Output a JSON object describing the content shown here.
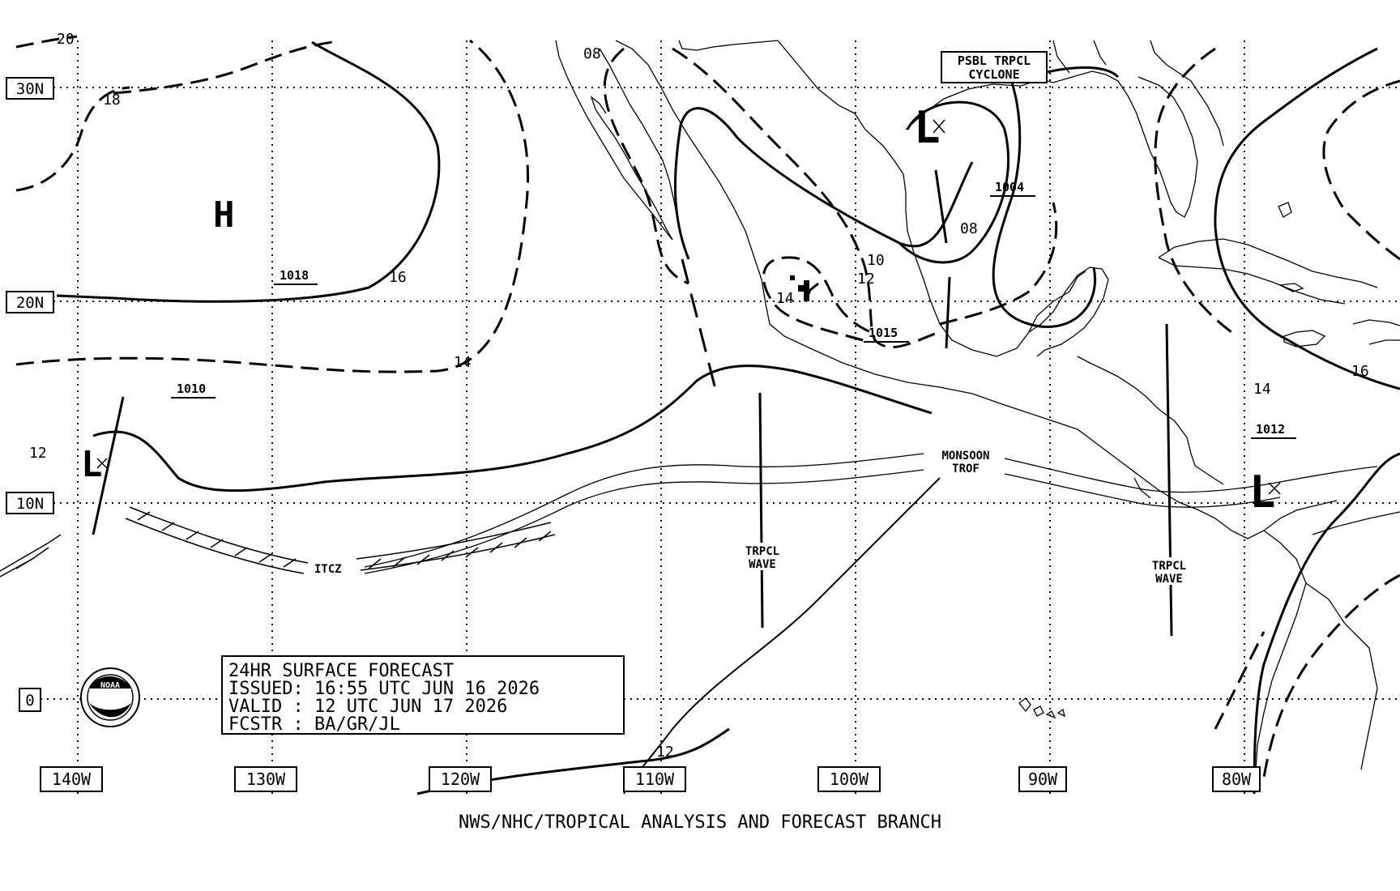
{
  "chart": {
    "info_box": {
      "line1": "24HR SURFACE FORECAST",
      "line2": "ISSUED: 16:55 UTC JUN 16 2026",
      "line3": "VALID : 12 UTC JUN 17 2026",
      "line4": "FCSTR : BA/GR/JL"
    },
    "footer": "NWS/NHC/TROPICAL ANALYSIS AND FORECAST BRANCH",
    "logo_text": "NOAA"
  },
  "axes": {
    "lon_labels": [
      "140W",
      "130W",
      "120W",
      "110W",
      "100W",
      "90W",
      "80W"
    ],
    "lat_labels": [
      "30N",
      "20N",
      "10N",
      "0"
    ]
  },
  "features": {
    "high": "H",
    "low_symbol": "L",
    "cyclone_note_line1": "PSBL TRPCL",
    "cyclone_note_line2": "CYCLONE",
    "monsoon_line1": "MONSOON",
    "monsoon_line2": "TROF",
    "itcz": "ITCZ",
    "wave_line1": "TRPCL",
    "wave_line2": "WAVE"
  },
  "pressure_labels": {
    "p1018": "1018",
    "p1010": "1010",
    "p1004": "1004",
    "p1015": "1015",
    "p1012": "1012"
  },
  "isobar_labels": {
    "i18": "18",
    "i16a": "16",
    "i14a": "14",
    "i12a": "12",
    "i08a": "08",
    "i08b": "08",
    "i10": "10",
    "i12b": "12",
    "i14b": "14",
    "i12c": "12",
    "i16b": "16",
    "i14c": "14",
    "i20": "20"
  }
}
